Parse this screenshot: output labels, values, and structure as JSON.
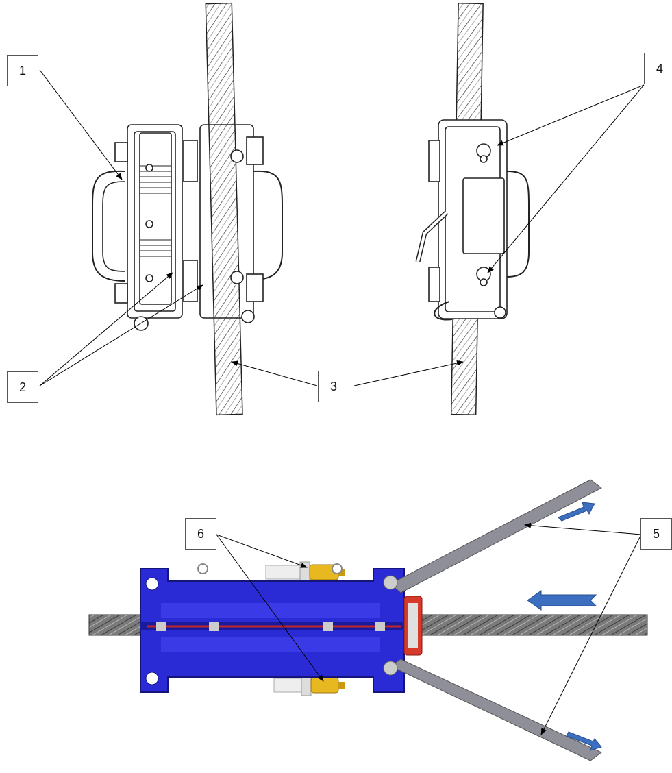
{
  "callouts": [
    {
      "id": "c1",
      "label": "1"
    },
    {
      "id": "c2",
      "label": "2"
    },
    {
      "id": "c3",
      "label": "3"
    },
    {
      "id": "c4",
      "label": "4"
    },
    {
      "id": "c5",
      "label": "5"
    },
    {
      "id": "c6",
      "label": "6"
    }
  ],
  "colors": {
    "housing_blue": "#2b2bd6",
    "housing_blue_dark": "#1a1a9c",
    "rope_gray": "#6d6d6d",
    "lever_gray": "#8f8f9a",
    "brass": "#e8b820",
    "arrow_blue": "#3c6fc0",
    "red_band": "#d63a2a"
  }
}
